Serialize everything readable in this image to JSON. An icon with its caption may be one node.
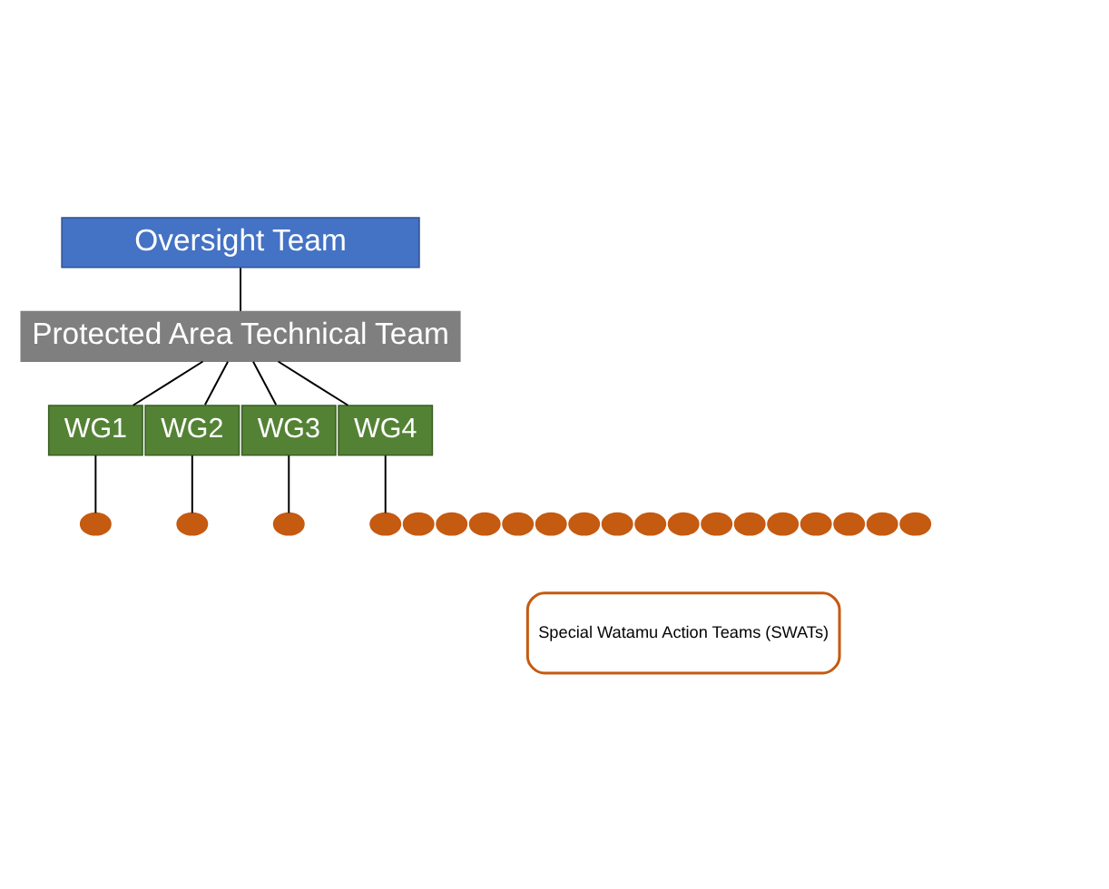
{
  "diagram": {
    "nodes": [
      {
        "text": [
          "Oversight Team"
        ]
      },
      {
        "text": [
          "Protected Area Technical Team"
        ]
      },
      {
        "text": [
          "WG1"
        ]
      },
      {
        "text": [
          "WG2"
        ]
      },
      {
        "text": [
          "WG3"
        ]
      },
      {
        "text": [
          "WG4"
        ]
      },
      {
        "text": [],
        "shape": "circle"
      },
      {
        "text": [],
        "shape": "circle"
      },
      {
        "text": [],
        "shape": "circle"
      },
      {
        "text": [],
        "shape": "circle"
      },
      {
        "text": [],
        "shape": "circle"
      },
      {
        "text": [],
        "shape": "circle"
      },
      {
        "text": [],
        "shape": "circle"
      },
      {
        "text": [],
        "shape": "circle"
      },
      {
        "text": [],
        "shape": "circle"
      },
      {
        "text": [],
        "shape": "circle"
      },
      {
        "text": [],
        "shape": "circle"
      },
      {
        "text": [],
        "shape": "circle"
      },
      {
        "text": [],
        "shape": "circle"
      },
      {
        "text": [],
        "shape": "circle"
      },
      {
        "text": [],
        "shape": "circle"
      },
      {
        "text": [],
        "shape": "circle"
      },
      {
        "text": [],
        "shape": "circle"
      },
      {
        "text": [],
        "shape": "circle"
      },
      {
        "text": [],
        "shape": "circle"
      },
      {
        "text": [],
        "shape": "circle"
      },
      {
        "text": [
          "Special Watamu Action Teams (SWATs)"
        ]
      }
    ],
    "edges": [
      {
        "from": 0,
        "to": 1,
        "arrow": "none"
      },
      {
        "from": 1,
        "to": 2,
        "arrow": "none"
      },
      {
        "from": 1,
        "to": 3,
        "arrow": "none"
      },
      {
        "from": 1,
        "to": 4,
        "arrow": "none"
      },
      {
        "from": 1,
        "to": 5,
        "arrow": "none"
      },
      {
        "from": 2,
        "to": 8,
        "arrow": "none"
      },
      {
        "from": 3,
        "to": 13,
        "arrow": "none"
      },
      {
        "from": 4,
        "to": 18,
        "arrow": "none"
      },
      {
        "from": 5,
        "to": 23,
        "arrow": "none"
      }
    ]
  }
}
